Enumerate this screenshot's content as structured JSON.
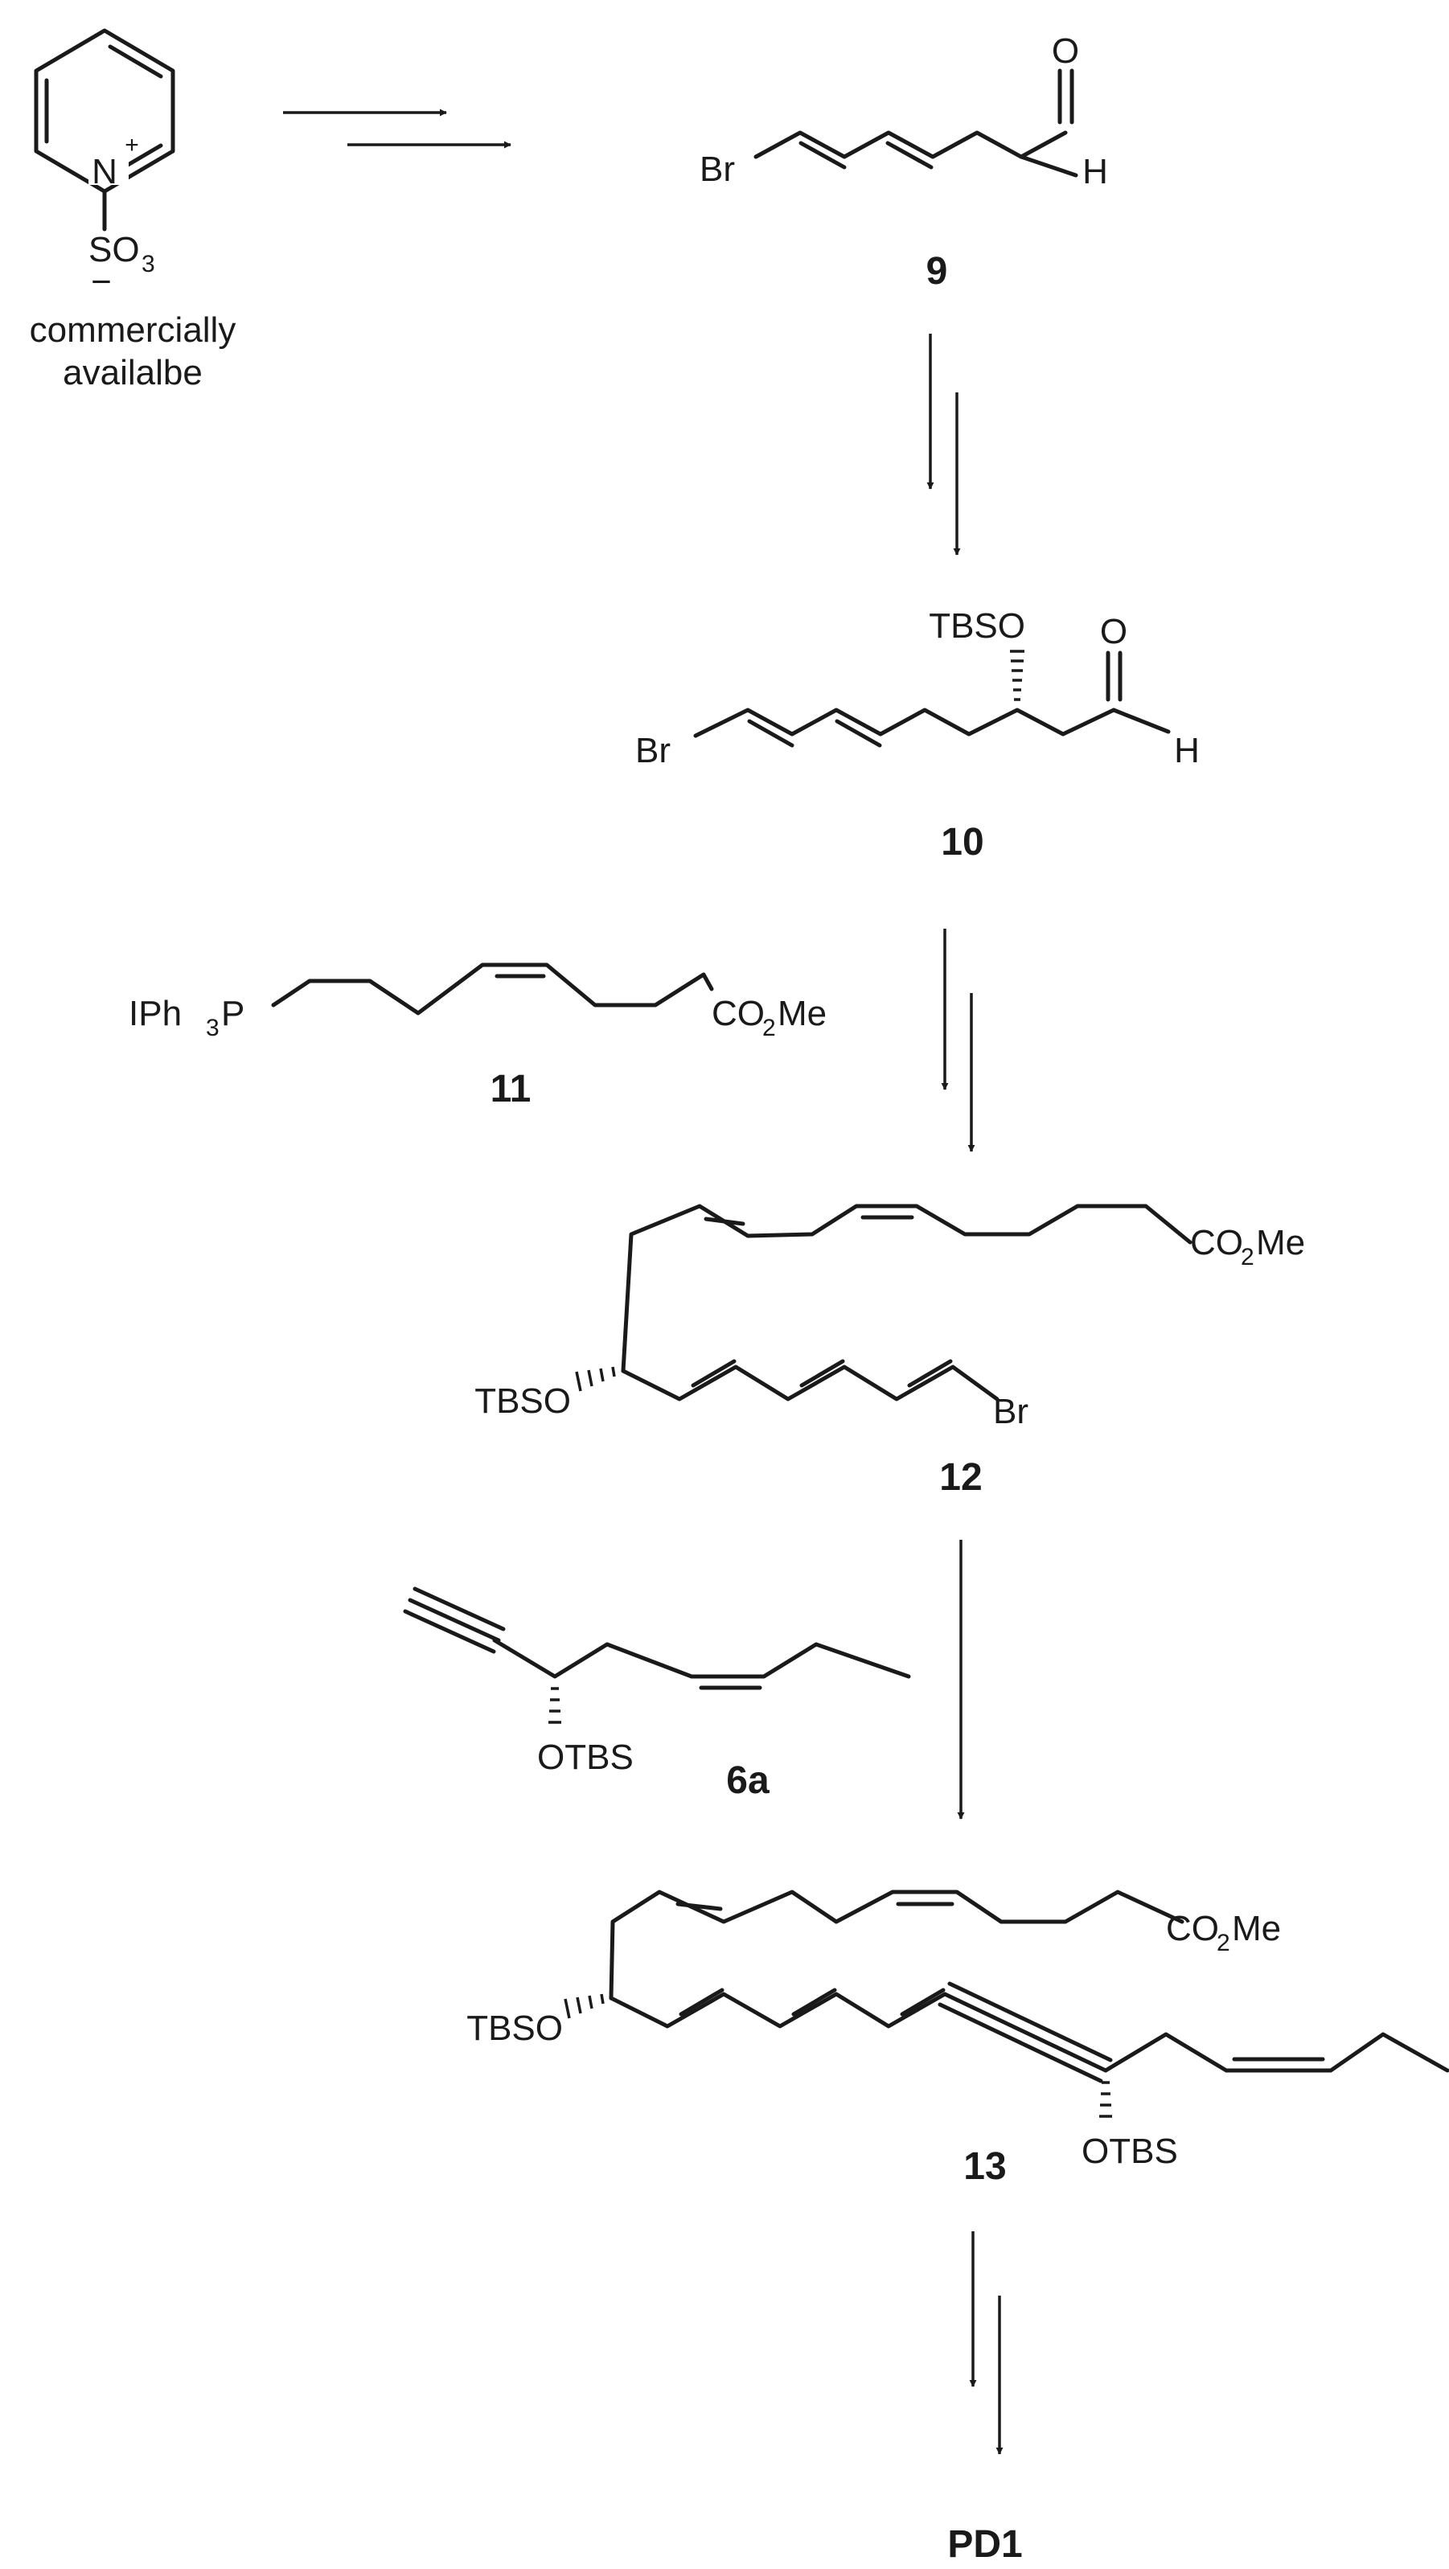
{
  "compounds": {
    "pyridinium": {
      "atom_n": "N",
      "charge_plus": "+",
      "so": "SO",
      "so_sub": "3",
      "charge_minus": "−",
      "caption_line1": "commercially",
      "caption_line2": "availalbe"
    },
    "c9": {
      "br": "Br",
      "o": "O",
      "h": "H",
      "number": "9"
    },
    "c10": {
      "tbso": "TBSO",
      "br": "Br",
      "o": "O",
      "h": "H",
      "number": "10"
    },
    "c11": {
      "iph": "IPh",
      "iph_sub": "3",
      "iph_p": "P",
      "co": "CO",
      "co_sub": "2",
      "co_me": "Me",
      "number": "11"
    },
    "c12": {
      "co": "CO",
      "co_sub": "2",
      "co_me": "Me",
      "tbso": "TBSO",
      "br": "Br",
      "number": "12"
    },
    "c6a": {
      "otbs": "OTBS",
      "number": "6a"
    },
    "c13": {
      "co": "CO",
      "co_sub": "2",
      "co_me": "Me",
      "tbso": "TBSO",
      "otbs": "OTBS",
      "number": "13"
    },
    "pd1": {
      "label": "PD1"
    }
  }
}
